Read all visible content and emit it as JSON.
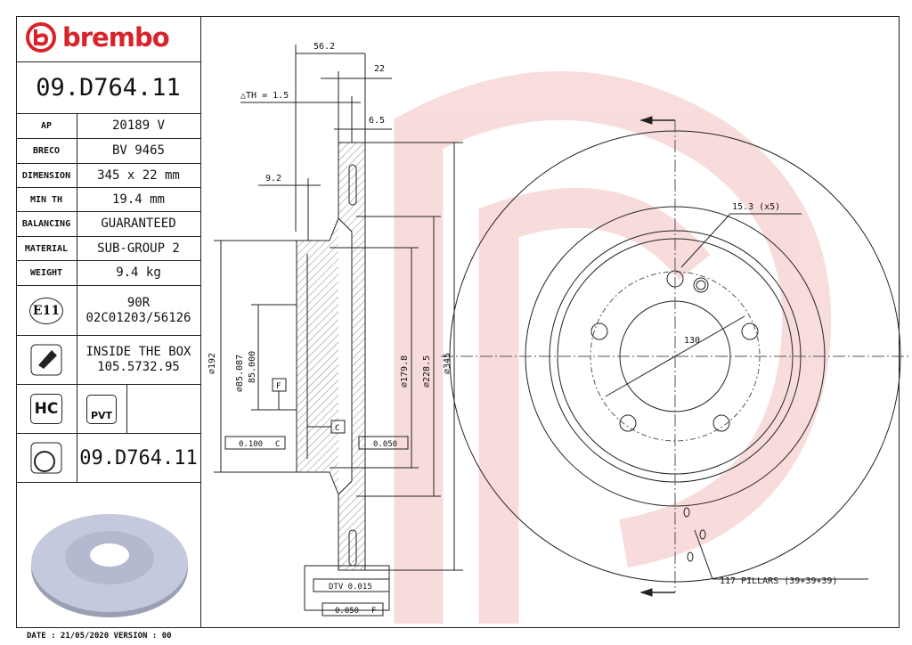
{
  "brand": "brembo",
  "part_number": "09.D764.11",
  "specs": [
    {
      "label": "AP",
      "value": "20189 V"
    },
    {
      "label": "BRECO",
      "value": "BV 9465"
    },
    {
      "label": "DIMENSION",
      "value": "345 x 22 mm"
    },
    {
      "label": "MIN TH",
      "value": "19.4 mm"
    },
    {
      "label": "BALANCING",
      "value": "GUARANTEED"
    },
    {
      "label": "MATERIAL",
      "value": "SUB-GROUP 2"
    },
    {
      "label": "WEIGHT",
      "value": "9.4 kg"
    }
  ],
  "homologation": {
    "mark": "E11",
    "line1": "90R",
    "line2": "02C01203/56126"
  },
  "screws": {
    "line1": "INSIDE THE BOX",
    "line2": "105.5732.95"
  },
  "badges": {
    "hc": "HC",
    "pvt": "PVT"
  },
  "part_number_bottom": "09.D764.11",
  "footer": "DATE : 21/05/2020 VERSION : 00",
  "drawing": {
    "d56": "56.2",
    "d22": "22",
    "dth": "△TH = 1.5",
    "d65": "6.5",
    "d92": "9.2",
    "dia192": "⌀192",
    "dia85a": "⌀85.087",
    "dia85b": "85.000",
    "dia1798": "⌀179.8",
    "dia2285": "⌀228.5",
    "dia345": "⌀345",
    "datumF": "F",
    "datumC": "C",
    "tol1": "0.100",
    "tol1ref": "C",
    "tol2": "0.050",
    "dtv": "DTV 0.015",
    "tol3": "0.050",
    "tol3ref": "F",
    "holes": "15.3 (x5)",
    "pcd": "130",
    "pillars": "117 PILLARS (39+39+39)"
  },
  "colors": {
    "brand_red": "#d8232a",
    "watermark": "#f6d2d2"
  }
}
